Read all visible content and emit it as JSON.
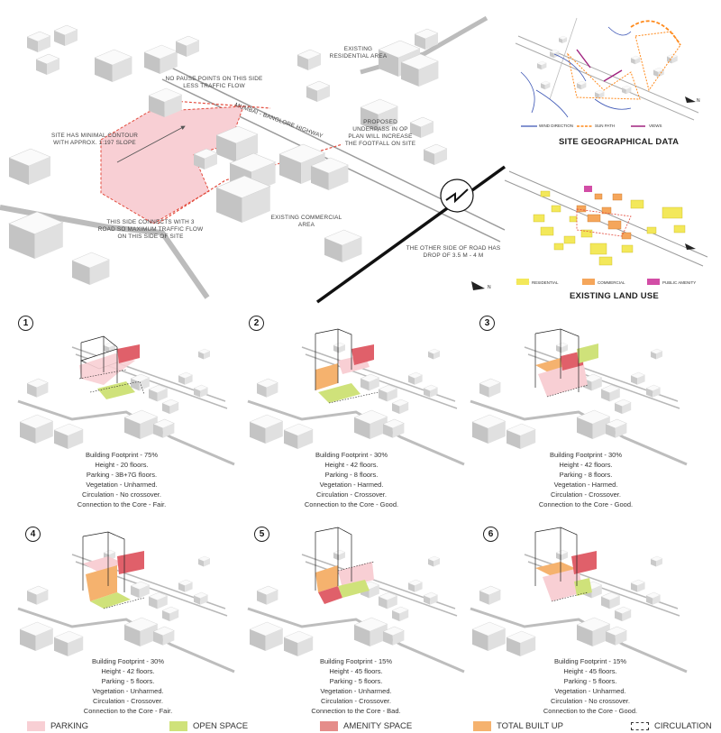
{
  "site_plan": {
    "notes": {
      "no_pause": "NO PAUSE POINTS ON THIS SIDE LESS TRAFFIC FLOW",
      "highway": "MUMBAI - BANGLORE HIGHWAY",
      "contour": "SITE HAS MINIMAL CONTOUR WITH APPROX. 1:197 SLOPE",
      "underpass": "PROPOSED UNDERPASS IN OP PLAN WILL INCREASE THE FOOTFALL ON SITE",
      "road_connect": "THIS SIDE CONNECTS WITH 3 ROAD SO MAXIMUM TRAFFIC FLOW ON THIS SIDE OF SITE",
      "residential": "EXISTING RESIDENTIAL AREA",
      "commercial": "EXISTING COMMERCIAL AREA",
      "road_drop": "THE OTHER SIDE OF ROAD HAS DROP OF 3.5 M - 4 M"
    },
    "north": "N"
  },
  "geo": {
    "title": "SITE GEOGRAPHICAL DATA",
    "legend": [
      "WIND DIRECTION",
      "SUN PATH",
      "VIEWS"
    ],
    "north": "N"
  },
  "land_use": {
    "title": "EXISTING LAND USE",
    "legend": [
      "RESIDENTIAL",
      "COMMERCIAL",
      "PUBLIC AMENITY"
    ]
  },
  "options": [
    {
      "num": "1",
      "lines": [
        "Building Footprint - 75%",
        "Height - 20 floors.",
        "Parking - 3B+7G floors.",
        "Vegetation - Unharmed.",
        "Circulation - No crossover.",
        "Connection to the Core - Fair."
      ]
    },
    {
      "num": "2",
      "lines": [
        "Building Footprint - 30%",
        "Height - 42 floors.",
        "Parking - 8 floors.",
        "Vegetation - Harmed.",
        "Circulation - Crossover.",
        "Connection to the Core - Good."
      ]
    },
    {
      "num": "3",
      "lines": [
        "Building Footprint - 30%",
        "Height - 42 floors.",
        "Parking - 8 floors.",
        "Vegetation - Harmed.",
        "Circulation - Crossover.",
        "Connection to the Core - Good."
      ]
    },
    {
      "num": "4",
      "lines": [
        "Building Footprint - 30%",
        "Height - 42 floors.",
        "Parking - 5 floors.",
        "Vegetation - Unharmed.",
        "Circulation - Crossover.",
        "Connection to the Core - Fair."
      ]
    },
    {
      "num": "5",
      "lines": [
        "Building Footprint - 15%",
        "Height - 45 floors.",
        "Parking - 5 floors.",
        "Vegetation - Unharmed.",
        "Circulation - Crossover.",
        "Connection to the Core - Bad."
      ]
    },
    {
      "num": "6",
      "lines": [
        "Building Footprint - 15%",
        "Height - 45 floors.",
        "Parking - 5 floors.",
        "Vegetation - Unharmed.",
        "Circulation - No crossover.",
        "Connection to the Core - Good."
      ]
    }
  ],
  "legend": [
    {
      "label": "PARKING",
      "color": "#f8cfd4"
    },
    {
      "label": "OPEN SPACE",
      "color": "#cfe27a"
    },
    {
      "label": "AMENITY SPACE",
      "color": "#e58d8a"
    },
    {
      "label": "TOTAL BUILT UP",
      "color": "#f5b26e"
    },
    {
      "label": "CIRCULATION",
      "color": "#ffffff"
    }
  ],
  "colors": {
    "parking": "#f8cfd4",
    "open": "#cfe27a",
    "amenity": "#e0606a",
    "builtup": "#f5b26e",
    "residential": "#f3e85a",
    "commercial": "#f5a65b",
    "public": "#d24da6",
    "sun": "#ff8a1c",
    "wind": "#3b55b5",
    "views": "#a0227f"
  }
}
